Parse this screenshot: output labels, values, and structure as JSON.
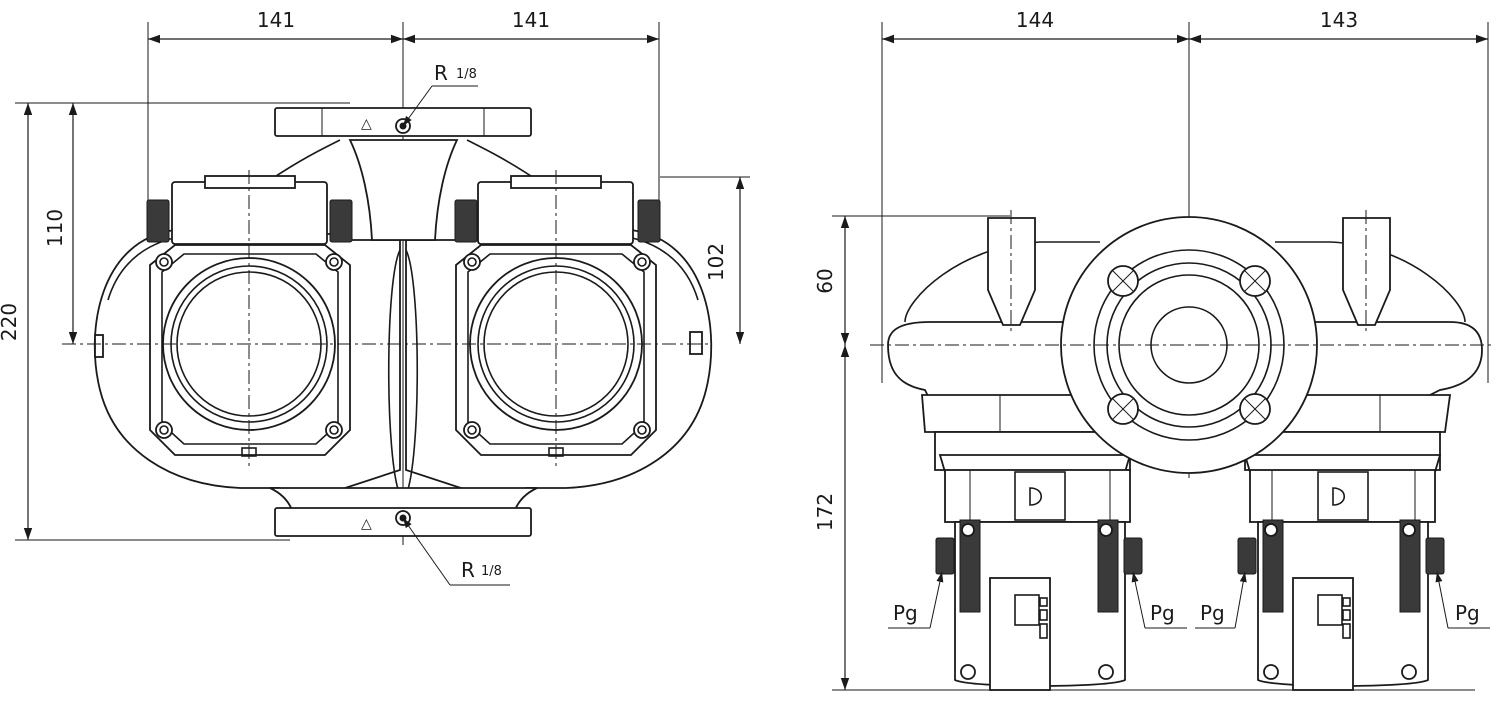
{
  "front_view": {
    "dim_top_left": "141",
    "dim_top_right": "141",
    "dim_height_total": "220",
    "dim_height_upper": "110",
    "dim_height_right": "102",
    "port_top_label": "R",
    "port_top_fraction": "1/8",
    "port_bottom_label": "R",
    "port_bottom_fraction": "1/8"
  },
  "side_view": {
    "dim_top_left": "144",
    "dim_top_right": "143",
    "dim_upper": "60",
    "dim_lower": "172",
    "gland_labels": [
      "Pg",
      "Pg",
      "Pg",
      "Pg"
    ]
  }
}
